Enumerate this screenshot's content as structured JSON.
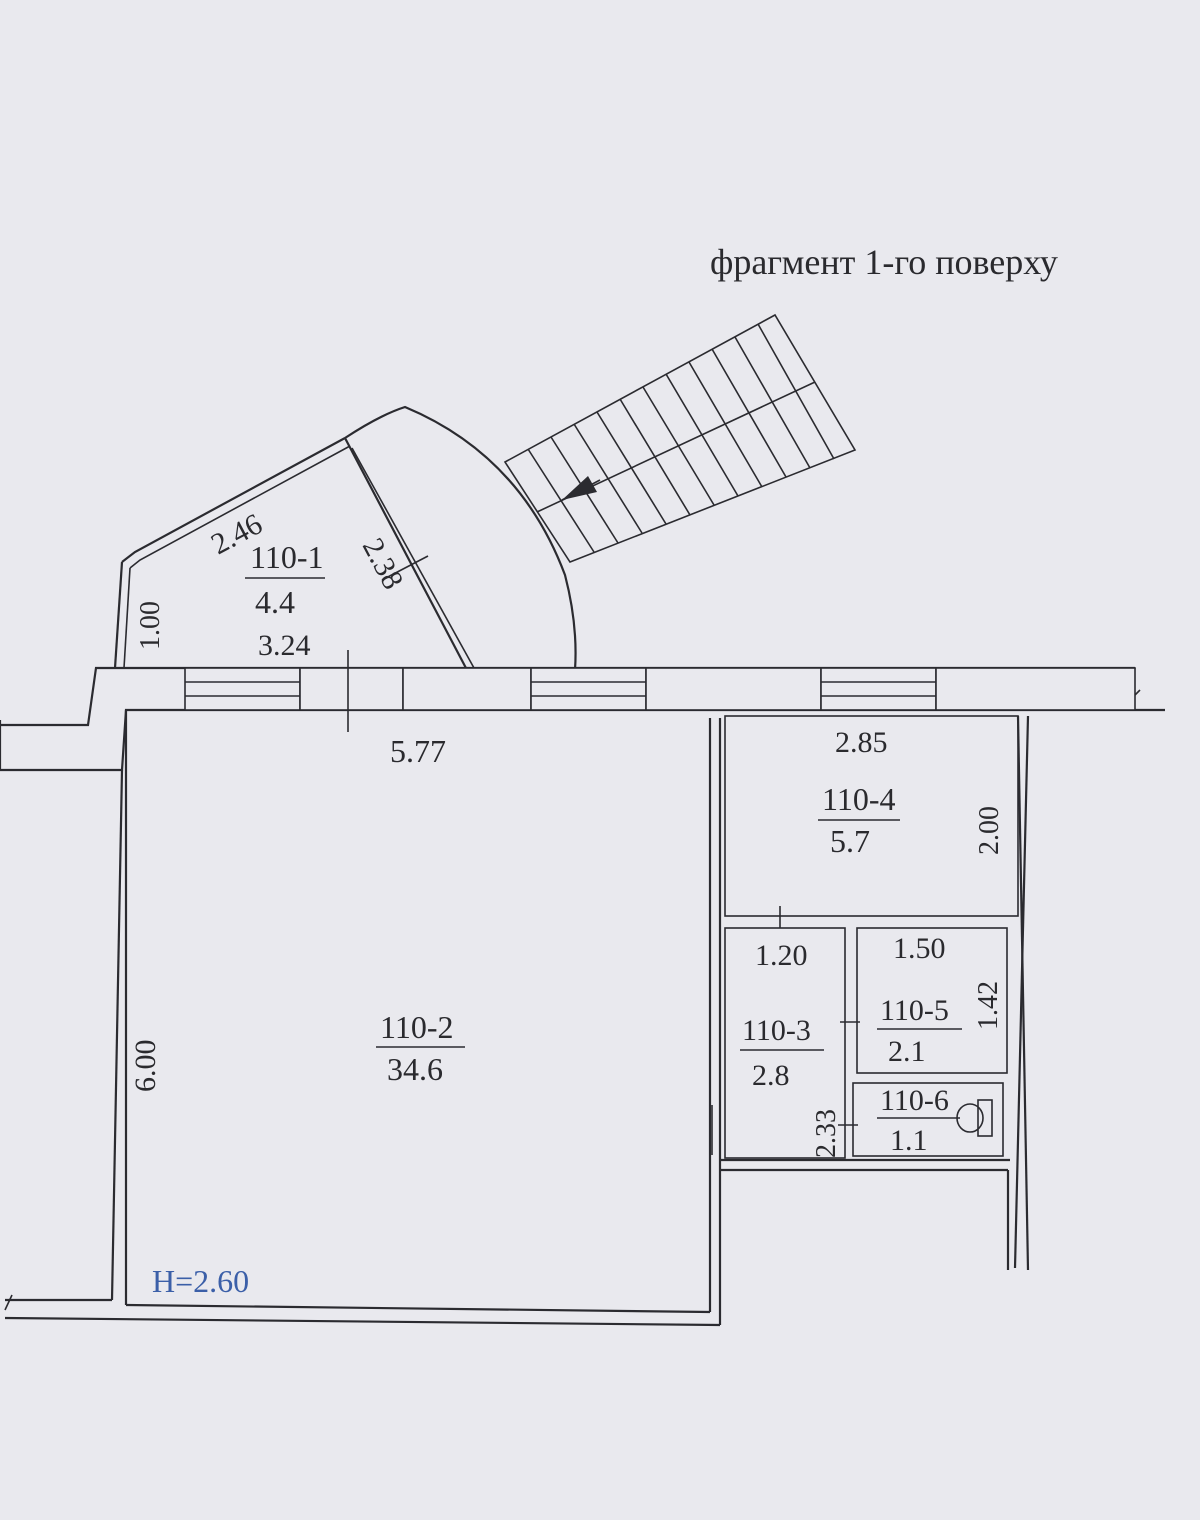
{
  "title": "фрагмент 1-го поверху",
  "ceiling_height": "H=2.60",
  "rooms": [
    {
      "id": "110-1",
      "area": "4.4"
    },
    {
      "id": "110-2",
      "area": "34.6"
    },
    {
      "id": "110-3",
      "area": "2.8"
    },
    {
      "id": "110-4",
      "area": "5.7"
    },
    {
      "id": "110-5",
      "area": "2.1"
    },
    {
      "id": "110-6",
      "area": "1.1"
    }
  ],
  "dimensions": {
    "d246": "2.46",
    "d238": "2.38",
    "d100": "1.00",
    "d324": "3.24",
    "d577": "5.77",
    "d285": "2.85",
    "d200": "2.00",
    "d120": "1.20",
    "d150": "1.50",
    "d142": "1.42",
    "d233": "2.33",
    "d600": "6.00"
  },
  "colors": {
    "line": "#2b2b30",
    "paper": "#e9e9ee",
    "height_label": "#3b5fa8"
  }
}
